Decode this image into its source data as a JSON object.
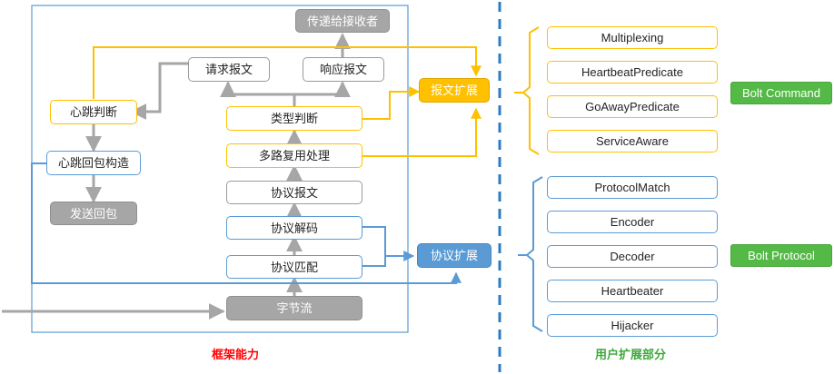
{
  "diagram": {
    "title_left": "框架能力",
    "title_right": "用户扩展部分",
    "colors": {
      "orange": "#FFC000",
      "blue": "#5B9BD5",
      "gray": "#A6A6A6",
      "green": "#55B947",
      "red": "#FF0000",
      "green_text": "#3EA83C"
    }
  },
  "framework": {
    "nodes": {
      "deliver_to_receiver": "传递给接收者",
      "request_message": "请求报文",
      "response_message": "响应报文",
      "heartbeat_judge": "心跳判断",
      "heartbeat_reply_build": "心跳回包构造",
      "send_reply": "发送回包",
      "type_judge": "类型判断",
      "multiplex_handle": "多路复用处理",
      "protocol_message": "协议报文",
      "protocol_decode": "协议解码",
      "protocol_match": "协议匹配",
      "byte_stream": "字节流",
      "message_extension": "报文扩展",
      "protocol_extension": "协议扩展"
    }
  },
  "extensions": {
    "command_group": {
      "badge": "Bolt Command",
      "items": [
        "Multiplexing",
        "HeartbeatPredicate",
        "GoAwayPredicate",
        "ServiceAware"
      ]
    },
    "protocol_group": {
      "badge": "Bolt Protocol",
      "items": [
        "ProtocolMatch",
        "Encoder",
        "Decoder",
        "Heartbeater",
        "Hijacker"
      ]
    }
  }
}
